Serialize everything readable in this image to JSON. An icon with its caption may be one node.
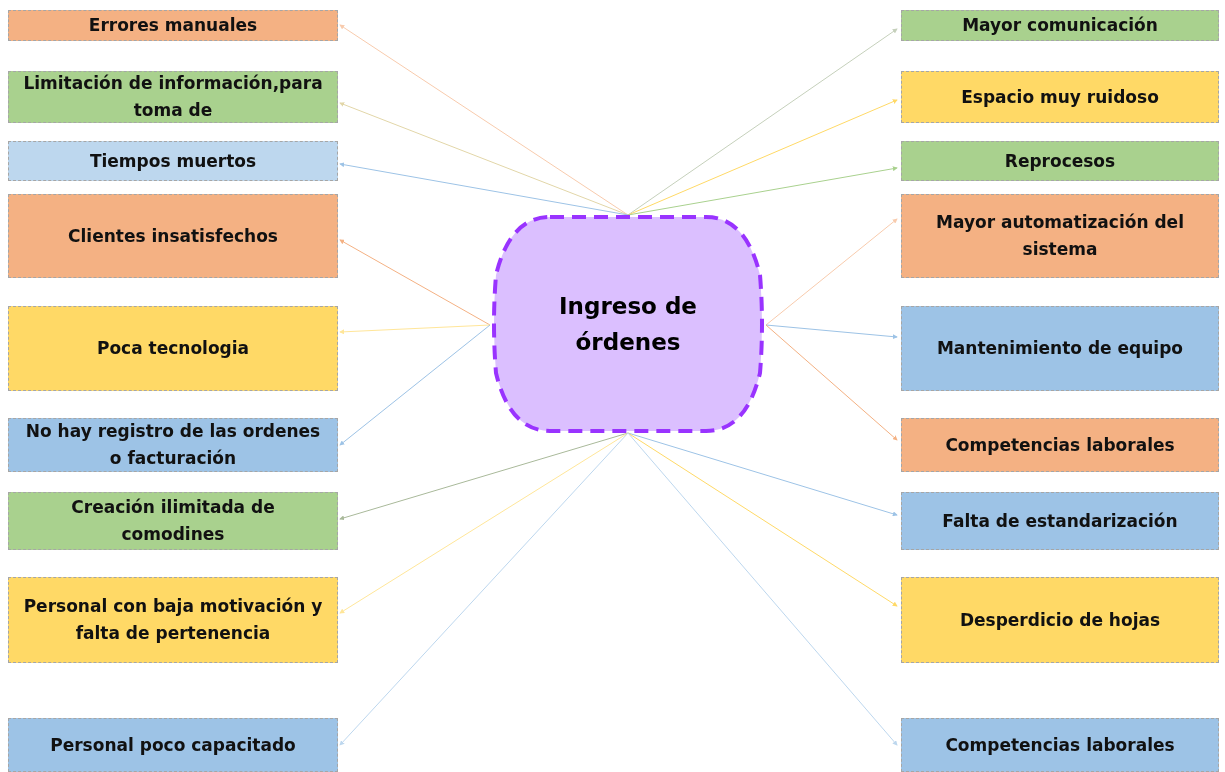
{
  "diagram": {
    "nodes": [
      {
        "text": [
          "Ingreso de órdenes"
        ]
      },
      {
        "text": [
          "Errores manuales"
        ]
      },
      {
        "text": [
          "Limitación de información,para toma de"
        ]
      },
      {
        "text": [
          "Tiempos muertos"
        ]
      },
      {
        "text": [
          "Clientes insatisfechos"
        ]
      },
      {
        "text": [
          "Poca tecnologia"
        ]
      },
      {
        "text": [
          "No hay registro de las ordenes o facturación"
        ]
      },
      {
        "text": [
          "Creación ilimitada de comodines"
        ]
      },
      {
        "text": [
          "Personal con baja motivación y falta de pertenencia"
        ]
      },
      {
        "text": [
          "Personal poco capacitado"
        ]
      },
      {
        "text": [
          "Mayor comunicación"
        ]
      },
      {
        "text": [
          "Espacio muy ruidoso"
        ]
      },
      {
        "text": [
          "Reprocesos"
        ]
      },
      {
        "text": [
          "Mayor automatización del sistema"
        ]
      },
      {
        "text": [
          "Mantenimiento de equipo"
        ]
      },
      {
        "text": [
          "Competencias laborales"
        ]
      },
      {
        "text": [
          "Falta de estandarización"
        ]
      },
      {
        "text": [
          "Desperdicio de hojas"
        ]
      },
      {
        "text": [
          "Competencias laborales"
        ]
      }
    ],
    "edges": [
      {
        "from": 0,
        "to": 1,
        "arrow": "to",
        "color": "#f8cbad"
      },
      {
        "from": 0,
        "to": 2,
        "arrow": "to",
        "color": "#e2d6a8"
      },
      {
        "from": 0,
        "to": 3,
        "arrow": "to",
        "color": "#9dc3e6"
      },
      {
        "from": 0,
        "to": 4,
        "arrow": "to",
        "color": "#f4b183"
      },
      {
        "from": 0,
        "to": 5,
        "arrow": "to",
        "color": "#ffe699"
      },
      {
        "from": 0,
        "to": 6,
        "arrow": "to",
        "color": "#9dc3e6"
      },
      {
        "from": 0,
        "to": 7,
        "arrow": "to",
        "color": "#a9b99a"
      },
      {
        "from": 0,
        "to": 8,
        "arrow": "to",
        "color": "#ffe699"
      },
      {
        "from": 0,
        "to": 9,
        "arrow": "to",
        "color": "#bdd7ee"
      },
      {
        "from": 0,
        "to": 10,
        "arrow": "to",
        "color": "#c5d0bb"
      },
      {
        "from": 0,
        "to": 11,
        "arrow": "to",
        "color": "#ffd966"
      },
      {
        "from": 0,
        "to": 12,
        "arrow": "to",
        "color": "#a9d18e"
      },
      {
        "from": 0,
        "to": 13,
        "arrow": "to",
        "color": "#f8cbad"
      },
      {
        "from": 0,
        "to": 14,
        "arrow": "to",
        "color": "#9dc3e6"
      },
      {
        "from": 0,
        "to": 15,
        "arrow": "to",
        "color": "#f4b183"
      },
      {
        "from": 0,
        "to": 16,
        "arrow": "to",
        "color": "#9dc3e6"
      },
      {
        "from": 0,
        "to": 17,
        "arrow": "to",
        "color": "#ffd966"
      },
      {
        "from": 0,
        "to": 18,
        "arrow": "to",
        "color": "#bdd7ee"
      }
    ]
  }
}
